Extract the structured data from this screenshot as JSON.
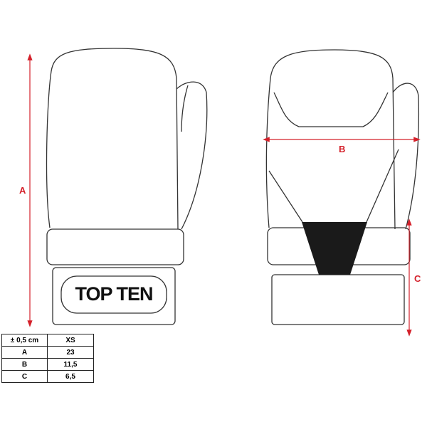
{
  "brand_logo": "TOP TEN",
  "dimension_labels": {
    "a": "A",
    "b": "B",
    "c": "C"
  },
  "colors": {
    "dimension_line": "#d4202a",
    "outline": "#333333",
    "insert": "#1a1a1a"
  },
  "size_table": {
    "header": [
      "± 0,5 cm",
      "XS"
    ],
    "rows": [
      {
        "label": "A",
        "value": "23"
      },
      {
        "label": "B",
        "value": "11,5"
      },
      {
        "label": "C",
        "value": "6,5"
      }
    ]
  }
}
